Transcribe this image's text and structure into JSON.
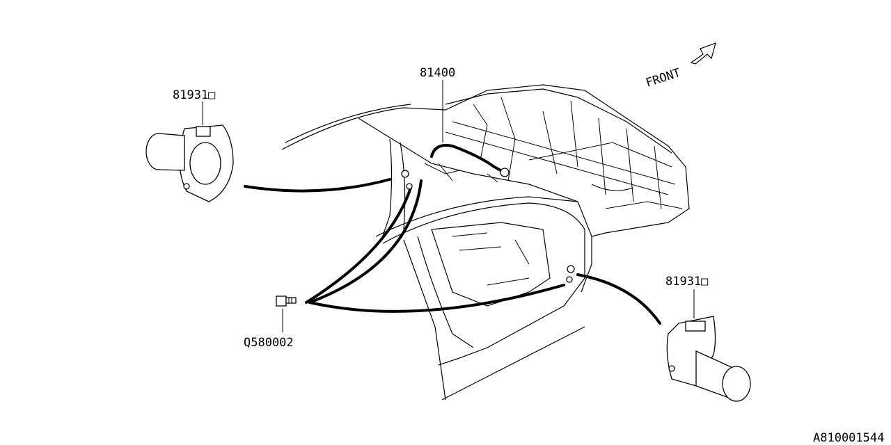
{
  "labels": {
    "harness_main": "81400",
    "harness_left": "81931□",
    "harness_right": "81931□",
    "bolt": "Q580002",
    "front": "FRONT",
    "diagram_id": "A810001544"
  }
}
